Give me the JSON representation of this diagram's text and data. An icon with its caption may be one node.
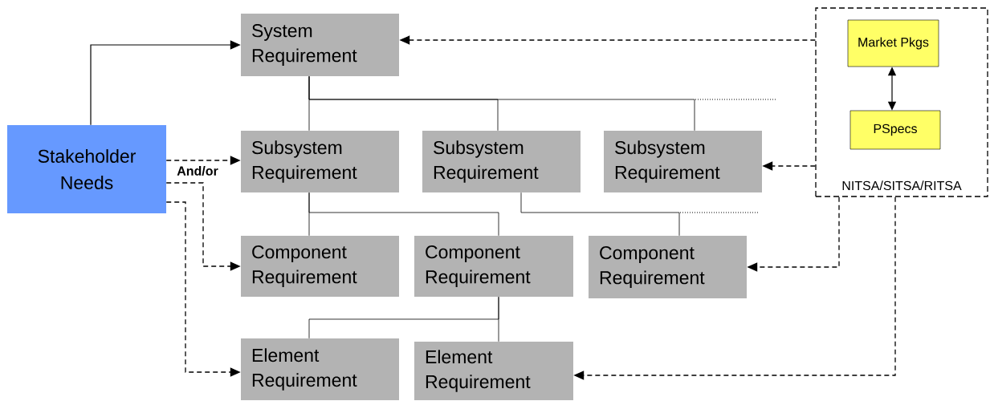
{
  "diagram": {
    "nodes": [
      {
        "text": [
          "System Requirement"
        ]
      },
      {
        "text": [
          "Stakeholder Needs"
        ]
      },
      {
        "text": [
          "Subsystem Requirement"
        ]
      },
      {
        "text": [
          "Subsystem Requirement"
        ]
      },
      {
        "text": [
          "Subsystem Requirement"
        ]
      },
      {
        "text": [
          "Component Requirement"
        ]
      },
      {
        "text": [
          "Component Requirement"
        ]
      },
      {
        "text": [
          "Component Requirement"
        ]
      },
      {
        "text": [
          "Element Requirement"
        ]
      },
      {
        "text": [
          "Element Requirement"
        ]
      },
      {
        "text": [
          "NITSA/SITSA/RITSA"
        ]
      },
      {
        "text": [
          "Market Pkgs"
        ],
        "in": 10
      },
      {
        "text": [
          "PSpecs"
        ],
        "in": 10
      }
    ],
    "edges": [
      {
        "from": 1,
        "to": 0,
        "arrow": "to"
      },
      {
        "from": 0,
        "to": 2,
        "arrow": "none"
      },
      {
        "from": 0,
        "to": 3,
        "arrow": "none"
      },
      {
        "from": 0,
        "to": 4,
        "arrow": "none"
      },
      {
        "from": 2,
        "to": 5,
        "arrow": "none"
      },
      {
        "from": 2,
        "to": 6,
        "arrow": "none"
      },
      {
        "from": 3,
        "to": 7,
        "arrow": "none"
      },
      {
        "from": 6,
        "to": 8,
        "arrow": "none"
      },
      {
        "from": 6,
        "to": 9,
        "arrow": "none"
      },
      {
        "from": 1,
        "to": 2,
        "arrow": "to",
        "style": "dashed"
      },
      {
        "from": 1,
        "to": 5,
        "arrow": "to",
        "style": "dashed"
      },
      {
        "from": 1,
        "to": 8,
        "arrow": "to",
        "style": "dashed"
      },
      {
        "from": 10,
        "to": 0,
        "arrow": "to",
        "style": "dashed"
      },
      {
        "from": 10,
        "to": 4,
        "arrow": "to",
        "style": "dashed"
      },
      {
        "from": 10,
        "to": 7,
        "arrow": "to",
        "style": "dashed"
      },
      {
        "from": 10,
        "to": 9,
        "arrow": "to",
        "style": "dashed"
      },
      {
        "from": 11,
        "to": 12,
        "arrow": "both"
      }
    ],
    "labels": [
      "And/or"
    ]
  }
}
